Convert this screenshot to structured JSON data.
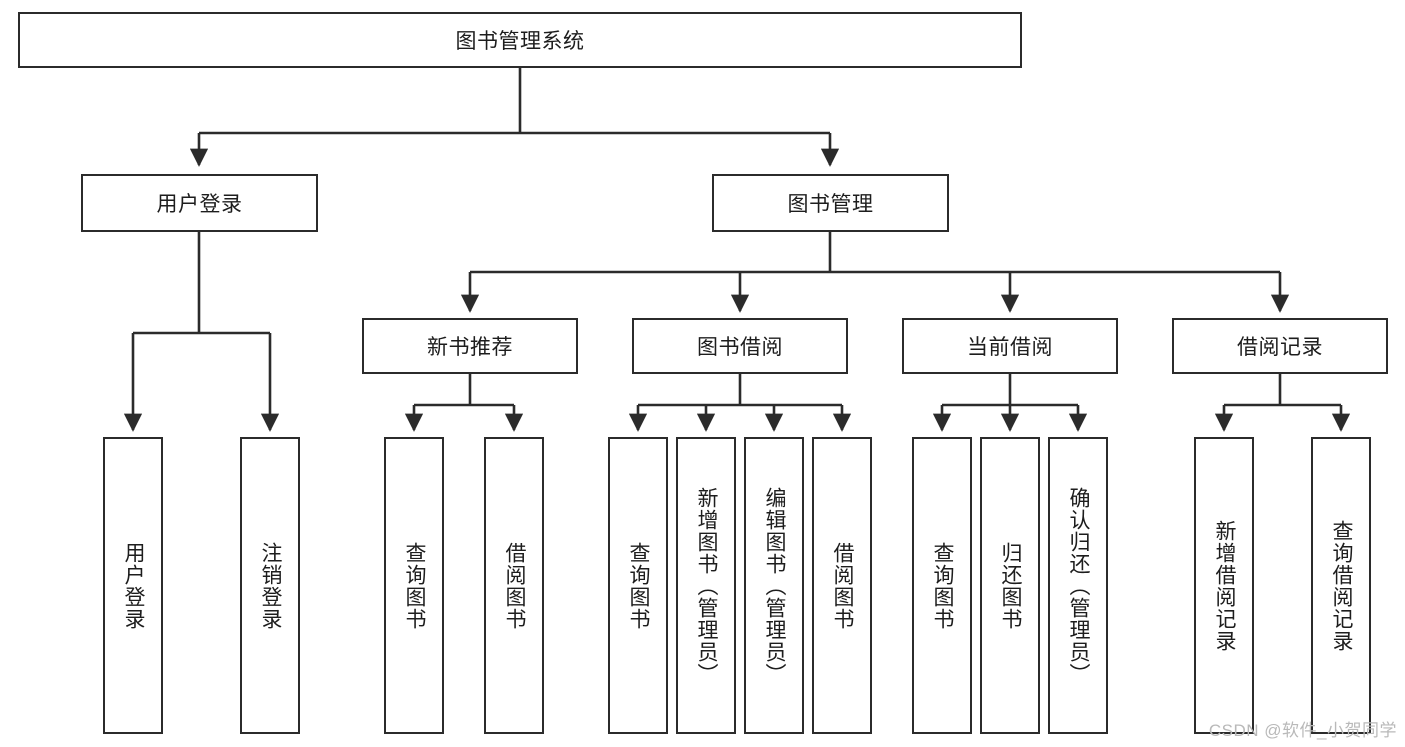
{
  "diagram": {
    "title": "图书管理系统",
    "type": "tree",
    "watermark": "CSDN @软件_小贺同学",
    "colors": {
      "box_border": "#2b2b2b",
      "box_fill": "#ffffff",
      "edge": "#2b2b2b",
      "text": "#1d1d1d",
      "watermark": "#b9b9b9",
      "background": "#ffffff"
    },
    "nodes": {
      "root": {
        "label": "图书管理系统",
        "orientation": "horizontal"
      },
      "level1": [
        {
          "id": "user-login",
          "label": "用户登录",
          "orientation": "horizontal"
        },
        {
          "id": "book-manage",
          "label": "图书管理",
          "orientation": "horizontal"
        }
      ],
      "level2": [
        {
          "id": "new-book-recommend",
          "label": "新书推荐",
          "orientation": "horizontal"
        },
        {
          "id": "book-borrow",
          "label": "图书借阅",
          "orientation": "horizontal"
        },
        {
          "id": "current-borrow",
          "label": "当前借阅",
          "orientation": "horizontal"
        },
        {
          "id": "borrow-record",
          "label": "借阅记录",
          "orientation": "horizontal"
        }
      ],
      "leaves": [
        {
          "id": "leaf-user-login",
          "label": "用户登录",
          "parent": "user-login",
          "orientation": "vertical"
        },
        {
          "id": "leaf-user-logout",
          "label": "注销登录",
          "parent": "user-login",
          "orientation": "vertical"
        },
        {
          "id": "leaf-query-book-1",
          "label": "查询图书",
          "parent": "new-book-recommend",
          "orientation": "vertical"
        },
        {
          "id": "leaf-borrow-book-1",
          "label": "借阅图书",
          "parent": "new-book-recommend",
          "orientation": "vertical"
        },
        {
          "id": "leaf-query-book-2",
          "label": "查询图书",
          "parent": "book-borrow",
          "orientation": "vertical"
        },
        {
          "id": "leaf-add-book",
          "label": "新增图书（管理员）",
          "parent": "book-borrow",
          "orientation": "vertical"
        },
        {
          "id": "leaf-edit-book",
          "label": "编辑图书（管理员）",
          "parent": "book-borrow",
          "orientation": "vertical"
        },
        {
          "id": "leaf-borrow-book-2",
          "label": "借阅图书",
          "parent": "book-borrow",
          "orientation": "vertical"
        },
        {
          "id": "leaf-query-book-3",
          "label": "查询图书",
          "parent": "current-borrow",
          "orientation": "vertical"
        },
        {
          "id": "leaf-return-book",
          "label": "归还图书",
          "parent": "current-borrow",
          "orientation": "vertical"
        },
        {
          "id": "leaf-confirm-return",
          "label": "确认归还（管理员）",
          "parent": "current-borrow",
          "orientation": "vertical"
        },
        {
          "id": "leaf-add-record",
          "label": "新增借阅记录",
          "parent": "borrow-record",
          "orientation": "vertical"
        },
        {
          "id": "leaf-query-record",
          "label": "查询借阅记录",
          "parent": "borrow-record",
          "orientation": "vertical"
        }
      ]
    }
  }
}
